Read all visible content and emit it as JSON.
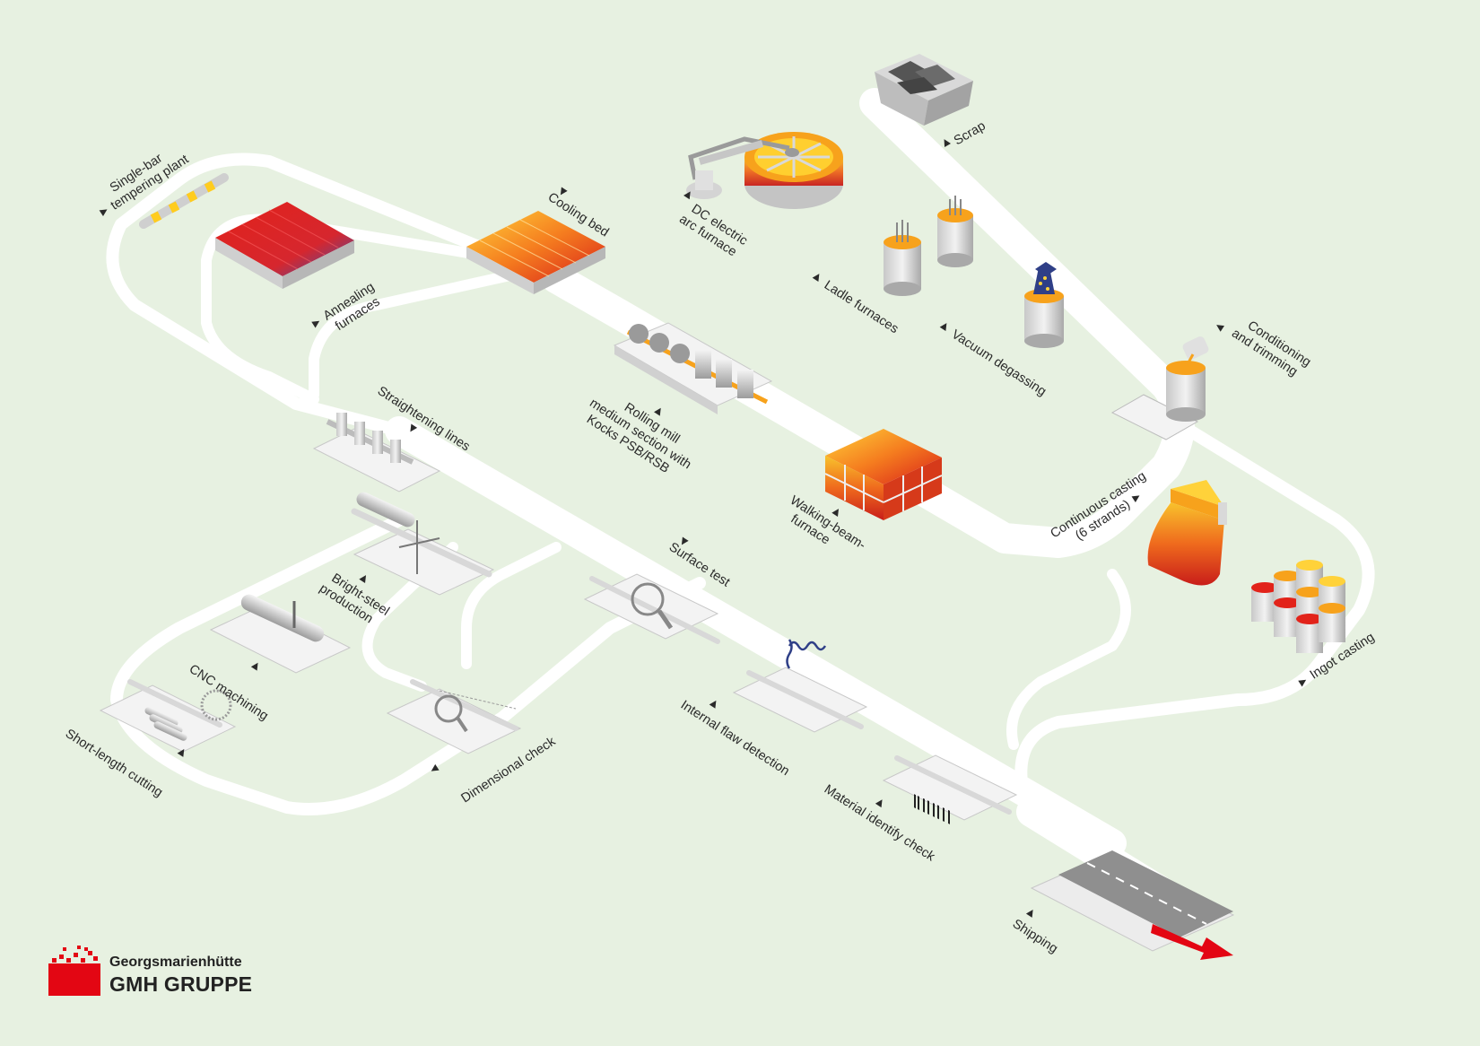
{
  "stations": {
    "scrap": "Scrap",
    "arc_furnace": [
      "DC electric",
      "arc furnace"
    ],
    "ladle_furnaces": "Ladle furnaces",
    "vacuum_degassing": "Vacuum degassing",
    "conditioning": [
      "Conditioning",
      "and trimming"
    ],
    "continuous_casting": [
      "Continuous casting",
      "(6 strands)"
    ],
    "ingot_casting": "Ingot casting",
    "walking_beam": [
      "Walking-beam-",
      "furnace"
    ],
    "rolling_mill": [
      "Rolling mill",
      "medium section with",
      "Kocks PSB/RSB"
    ],
    "cooling_bed": "Cooling bed",
    "annealing": [
      "Annealing",
      "furnaces"
    ],
    "tempering": [
      "Single-bar",
      "tempering plant"
    ],
    "straightening": "Straightening lines",
    "bright_steel": [
      "Bright-steel",
      "production"
    ],
    "cnc": "CNC machining",
    "short_length": "Short-length cutting",
    "dimensional": "Dimensional check",
    "surface": "Surface test",
    "internal_flaw": "Internal flaw detection",
    "material_id": "Material identify check",
    "shipping": "Shipping"
  },
  "logo": {
    "company": "Georgsmarienhütte",
    "group": "GMH GRUPPE"
  },
  "colors": {
    "background": "#e7f1e1",
    "path": "#ffffff",
    "brand_red": "#e30613",
    "hot_orange": "#f5a623",
    "hot_red": "#e2231a"
  }
}
